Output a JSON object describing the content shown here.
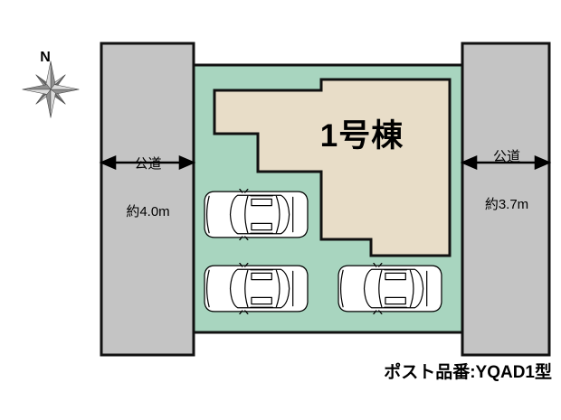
{
  "diagram": {
    "title_text": "1号棟",
    "compass": {
      "north_label": "N",
      "icon": "compass-rose-icon"
    },
    "roads": [
      {
        "id": "road-left",
        "name_label": "公道",
        "width_label": "約4.0m",
        "fill_color": "#c4c4c4"
      },
      {
        "id": "road-right",
        "name_label": "公道",
        "width_label": "約3.7m",
        "fill_color": "#c4c4c4"
      }
    ],
    "lot": {
      "fill_color": "#a8d5bf"
    },
    "building": {
      "label": "1号棟",
      "fill_color": "#e8ddc8"
    },
    "parking": {
      "spaces": 3,
      "icon": "car-top-view-icon"
    },
    "footer": {
      "post_code_text": "ポスト品番:YQAD1型"
    }
  }
}
